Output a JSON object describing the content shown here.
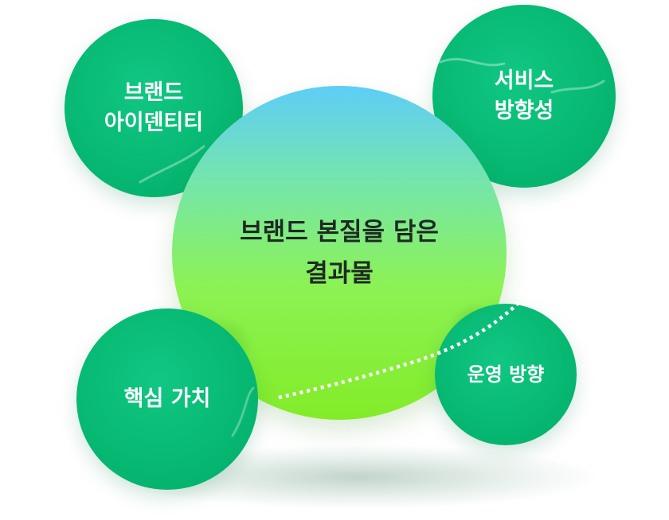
{
  "diagram": {
    "center": {
      "title": "브랜드 본질을 담은\n결과물"
    },
    "nodes": {
      "identity": "브랜드\n아이덴티티",
      "service": "서비스\n방향성",
      "core_value": "핵심 가치",
      "operation": "운영 방향"
    },
    "colors": {
      "node_green": "#05b56f",
      "center_top": "#5dcdf8",
      "center_bottom": "#82ec28",
      "connector_dots": "#ffffff"
    }
  }
}
